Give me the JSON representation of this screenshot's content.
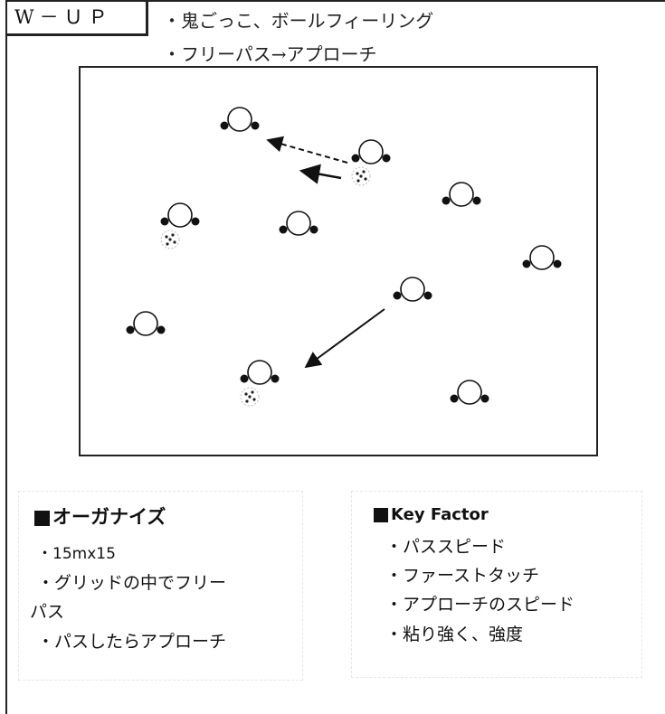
{
  "header": {
    "tag": "W－ＵＰ",
    "menu": [
      "・鬼ごっこ、ボールフィーリング",
      "・フリーパス→アプローチ"
    ]
  },
  "players": [
    {
      "has_ball": false
    },
    {
      "has_ball": true
    },
    {
      "has_ball": false
    },
    {
      "has_ball": true
    },
    {
      "has_ball": false
    },
    {
      "has_ball": false
    },
    {
      "has_ball": false
    },
    {
      "has_ball": false
    },
    {
      "has_ball": true
    },
    {
      "has_ball": false
    }
  ],
  "organize": {
    "title": "オーガナイズ",
    "items": [
      "・15mx15",
      "・グリッドの中でフリー",
      "パス",
      "・パスしたらアプローチ"
    ]
  },
  "key_factor": {
    "title": "Key Factor",
    "items": [
      "・パススピード",
      "・ファーストタッチ",
      "・アプローチのスピード",
      "・粘り強く、強度"
    ]
  }
}
